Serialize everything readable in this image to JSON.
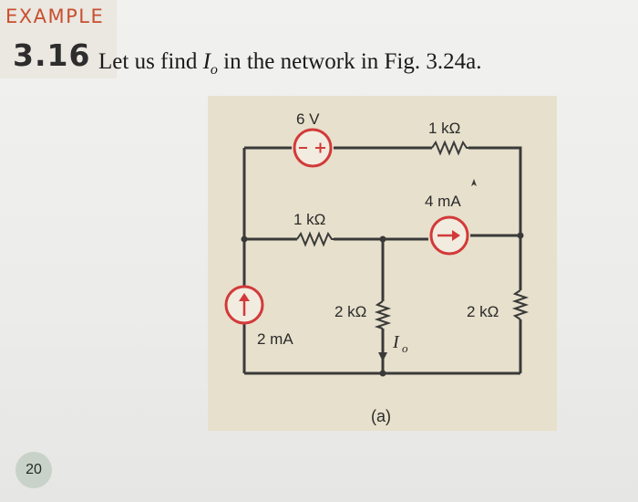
{
  "example": {
    "label": "EXAMPLE",
    "number": "3.16"
  },
  "problem": {
    "text_before": "Let us find ",
    "variable": "I",
    "subscript": "o",
    "text_after": " in the network in Fig. 3.24a."
  },
  "figure": {
    "caption": "(a)",
    "labels": {
      "voltage_source": "6 V",
      "top_resistor": "1 kΩ",
      "mid_resistor": "1 kΩ",
      "current_source_mid": "4 mA",
      "current_source_left": "2 mA",
      "center_resistor": "2 kΩ",
      "right_resistor": "2 kΩ",
      "current_label": "I",
      "current_label_sub": "o"
    },
    "colors": {
      "wire": "#3a3a3a",
      "source": "#d23a3a",
      "background": "#e7e0cc"
    }
  },
  "page_number": "20"
}
